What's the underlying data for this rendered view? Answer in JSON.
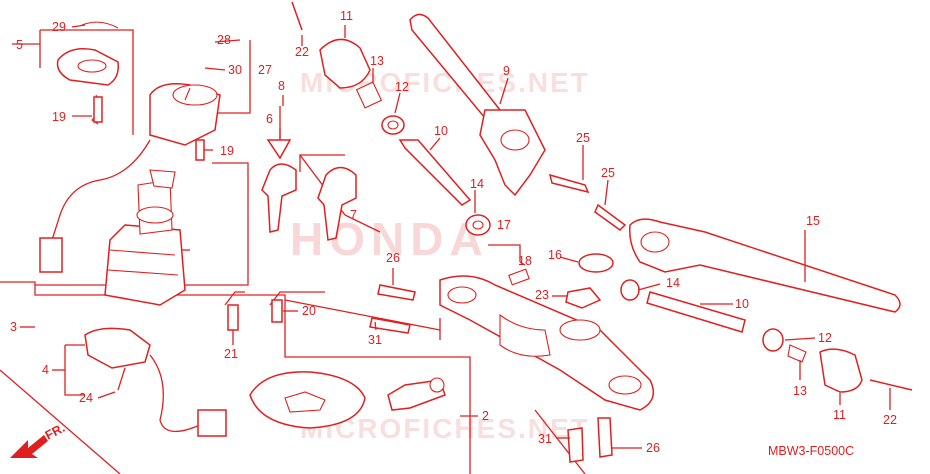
{
  "watermark": {
    "honda": "HONDA",
    "site_top": "MICROFICHES.NET",
    "site_bottom": "MICROFICHES.NET"
  },
  "drawing_code": "MBW3-F0500C",
  "front_marker": "FR.",
  "accent_color": "#e02020",
  "part_labels": [
    "29",
    "28",
    "30",
    "27",
    "5",
    "19",
    "8",
    "6",
    "19",
    "7",
    "11",
    "22",
    "13",
    "12",
    "10",
    "14",
    "9",
    "25",
    "25",
    "17",
    "18",
    "16",
    "23",
    "26",
    "31",
    "14",
    "10",
    "15",
    "12",
    "13",
    "11",
    "22",
    "3",
    "4",
    "24",
    "21",
    "20",
    "2",
    "31",
    "26"
  ]
}
